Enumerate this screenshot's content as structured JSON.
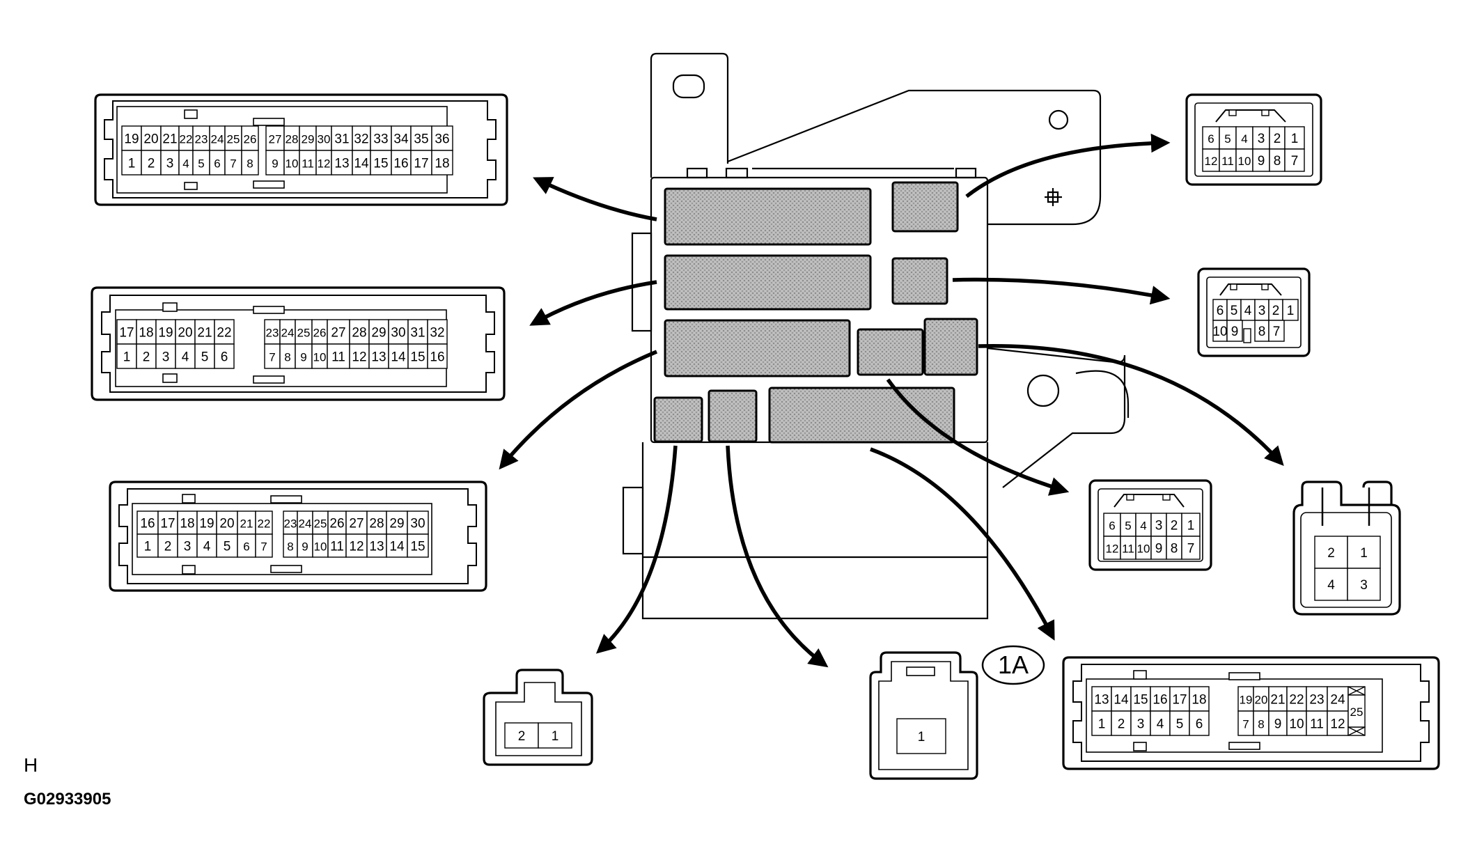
{
  "labels": {
    "corner_letter": "H",
    "figure_code": "G02933905",
    "connector_tag": "1A"
  },
  "connector_a": {
    "top": [
      "19",
      "20",
      "21",
      "22",
      "23",
      "24",
      "25",
      "26",
      "27",
      "28",
      "29",
      "30",
      "31",
      "32",
      "33",
      "34",
      "35",
      "36"
    ],
    "bottom": [
      "1",
      "2",
      "3",
      "4",
      "5",
      "6",
      "7",
      "8",
      "9",
      "10",
      "11",
      "12",
      "13",
      "14",
      "15",
      "16",
      "17",
      "18"
    ]
  },
  "connector_b": {
    "top": [
      "17",
      "18",
      "19",
      "20",
      "21",
      "22",
      "23",
      "24",
      "25",
      "26",
      "27",
      "28",
      "29",
      "30",
      "31",
      "32"
    ],
    "bottom": [
      "1",
      "2",
      "3",
      "4",
      "5",
      "6",
      "7",
      "8",
      "9",
      "10",
      "11",
      "12",
      "13",
      "14",
      "15",
      "16"
    ]
  },
  "connector_c": {
    "top": [
      "16",
      "17",
      "18",
      "19",
      "20",
      "21",
      "22",
      "23",
      "24",
      "25",
      "26",
      "27",
      "28",
      "29",
      "30"
    ],
    "bottom": [
      "1",
      "2",
      "3",
      "4",
      "5",
      "6",
      "7",
      "8",
      "9",
      "10",
      "11",
      "12",
      "13",
      "14",
      "15"
    ]
  },
  "connector_d": {
    "top": [
      "6",
      "5",
      "4",
      "3",
      "2",
      "1"
    ],
    "bottom": [
      "12",
      "11",
      "10",
      "9",
      "8",
      "7"
    ]
  },
  "connector_e": {
    "top": [
      "6",
      "5",
      "4",
      "3",
      "2",
      "1"
    ],
    "bottom": [
      "10",
      "9",
      "8",
      "7"
    ]
  },
  "connector_f": {
    "top": [
      "6",
      "5",
      "4",
      "3",
      "2",
      "1"
    ],
    "bottom": [
      "12",
      "11",
      "10",
      "9",
      "8",
      "7"
    ]
  },
  "connector_g": {
    "pins": [
      "2",
      "1",
      "4",
      "3"
    ]
  },
  "connector_h": {
    "pins": [
      "2",
      "1"
    ]
  },
  "connector_i": {
    "pins": [
      "1"
    ]
  },
  "connector_j": {
    "top": [
      "13",
      "14",
      "15",
      "16",
      "17",
      "18",
      "19",
      "20",
      "21",
      "22",
      "23",
      "24"
    ],
    "bottom": [
      "1",
      "2",
      "3",
      "4",
      "5",
      "6",
      "7",
      "8",
      "9",
      "10",
      "11",
      "12"
    ],
    "side": "25"
  }
}
